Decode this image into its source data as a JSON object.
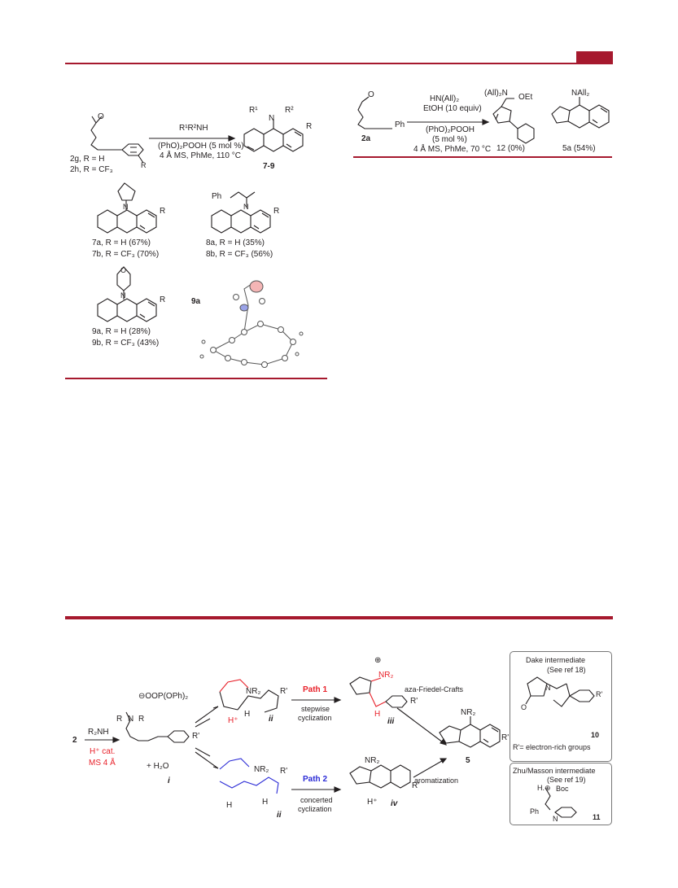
{
  "colors": {
    "accent": "#a6192e",
    "red": "#e8212a",
    "blue": "#2b2bd6"
  },
  "scheme_left": {
    "reagents_top": "R¹R²NH",
    "reagents_bottom_1": "(PhO)₂POOH (5 mol %)",
    "reagents_bottom_2": "4 Å MS, PhMe, 110 °C",
    "substrate_g": "2g, R = H",
    "substrate_h": "2h, R = CF₃",
    "product_label": "7-9",
    "product_amine_label": "R¹",
    "product_amine_label2": "R²",
    "product_r": "R",
    "c7a": "7a, R = H (67%)",
    "c7b": "7b, R = CF₃ (70%)",
    "c8a": "8a, R = H (35%)",
    "c8b": "8b, R = CF₃ (56%)",
    "c9a": "9a, R = H (28%)",
    "c9b": "9b, R = CF₃ (43%)",
    "xray_label": "9a",
    "ph_label": "Ph"
  },
  "scheme_right": {
    "substrate": "2a",
    "ph": "Ph",
    "reagent_1": "HN(All)₂",
    "reagent_2": "EtOH (10 equiv)",
    "reagent_3": "(PhO)₂POOH",
    "reagent_4": "(5 mol %)",
    "reagent_5": "4 Å MS, PhMe, 70 °C",
    "p12_top": "(All)₂N",
    "p12_oet": "OEt",
    "p12_label": "12 (0%)",
    "p5a_top": "NAll₂",
    "p5a_label": "5a (54%)"
  },
  "mechanism": {
    "start": "2",
    "r2nh": "R₂NH",
    "cat": "H⁺ cat.",
    "ms": "MS 4 Å",
    "counterion": "⊖OOP(OPh)₂",
    "iminium": "R",
    "water": "+ H₂O",
    "int_i": "i",
    "int_ii_top": "ii",
    "int_ii_bottom": "ii",
    "int_iii": "iii",
    "int_iv": "iv",
    "path1": "Path 1",
    "path1_desc_1": "stepwise",
    "path1_desc_2": "cyclization",
    "path2": "Path 2",
    "path2_desc_1": "concerted",
    "path2_desc_2": "cyclization",
    "aza": "aza-Friedel-Crafts",
    "arom": "aromatization",
    "product": "5",
    "nr2": "NR₂",
    "rprime": "R'",
    "hplus": "H⁺",
    "h": "H"
  },
  "dake_box": {
    "title": "Dake intermediate",
    "ref": "(See ref 18)",
    "num": "10",
    "note": "R'= electron-rich groups"
  },
  "zhu_box": {
    "title": "Zhu/Masson intermediate",
    "ref": "(See ref 19)",
    "boc": "Boc",
    "ph": "Ph",
    "nh": "N",
    "num": "11"
  }
}
